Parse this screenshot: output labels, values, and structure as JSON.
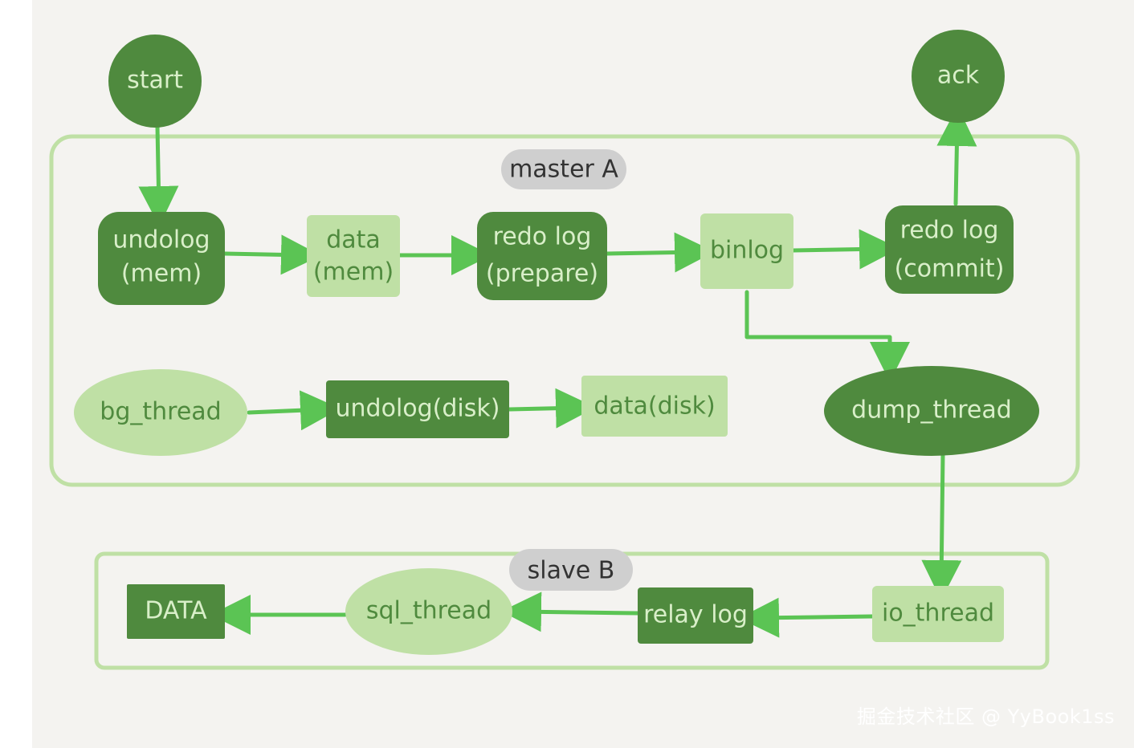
{
  "colors": {
    "dark": "#4f8a3e",
    "light": "#bfe0a5",
    "gray": "#cfcfcf",
    "arrow": "#5bc454",
    "frame": "#bfe0a5",
    "text_on_dark": "#d9efc9",
    "text_on_light": "#4f8a3e",
    "text_on_gray": "#333333"
  },
  "groups": {
    "master_label": "master A",
    "slave_label": "slave B"
  },
  "nodes": {
    "start": "start",
    "ack": "ack",
    "undolog_mem": [
      "undolog",
      "(mem)"
    ],
    "data_mem": [
      "data",
      "(mem)"
    ],
    "redo_prepare": [
      "redo log",
      "(prepare)"
    ],
    "binlog": "binlog",
    "redo_commit": [
      "redo log",
      "(commit)"
    ],
    "bg_thread": "bg_thread",
    "undolog_disk": "undolog(disk)",
    "data_disk": "data(disk)",
    "dump_thread": "dump_thread",
    "io_thread": "io_thread",
    "relay_log": "relay log",
    "sql_thread": "sql_thread",
    "DATA": "DATA"
  },
  "watermark": "掘金技术社区 @ YyBook1ss"
}
